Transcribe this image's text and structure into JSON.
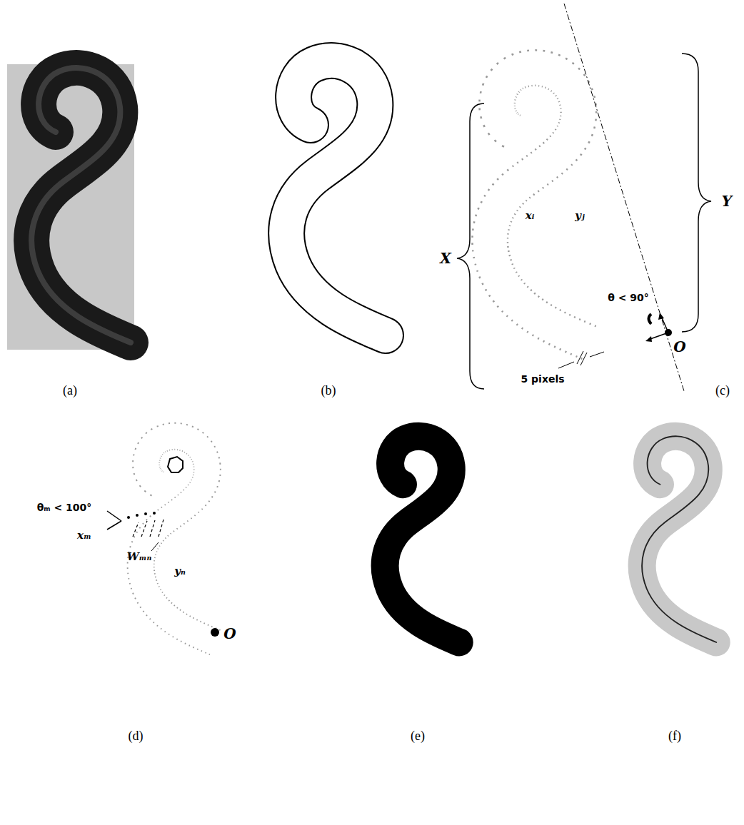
{
  "diagram": {
    "labels": [
      "(a)",
      "(b)",
      "(c)",
      "(d)",
      "(e)",
      "(f)",
      "X",
      "Y",
      "xᵢ",
      "yⱼ",
      "θ < 90°",
      "O",
      "5 pixels",
      "θₘ < 100°",
      "xₘ",
      "Wₘₙ",
      "yₙ",
      "O"
    ]
  }
}
